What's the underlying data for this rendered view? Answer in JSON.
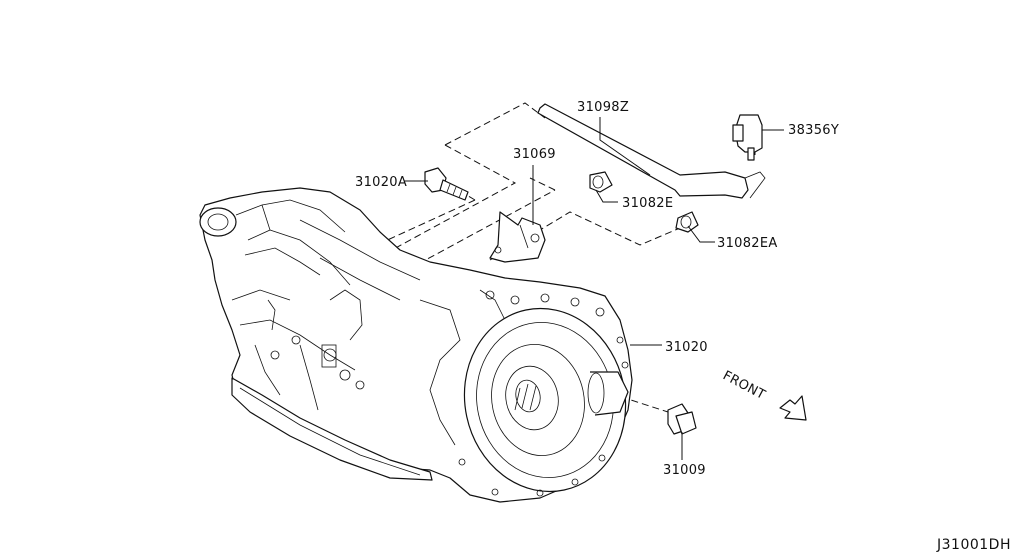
{
  "diagram": {
    "parts": [
      {
        "id": "p31098z",
        "number": "31098Z"
      },
      {
        "id": "p38356y",
        "number": "38356Y"
      },
      {
        "id": "p31069",
        "number": "31069"
      },
      {
        "id": "p31020a",
        "number": "31020A"
      },
      {
        "id": "p31082e",
        "number": "31082E"
      },
      {
        "id": "p31082ea",
        "number": "31082EA"
      },
      {
        "id": "p31020",
        "number": "31020"
      },
      {
        "id": "p31009",
        "number": "31009"
      }
    ],
    "front_label": "FRONT",
    "reference_code": "J31001DH"
  }
}
